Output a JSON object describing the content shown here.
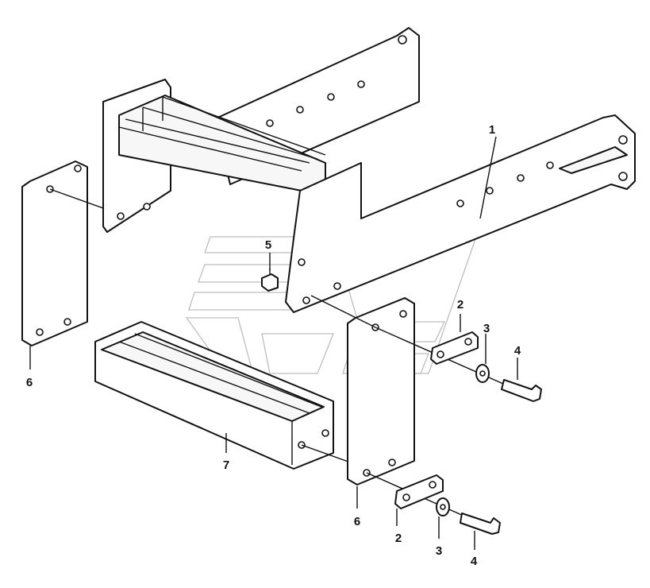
{
  "callouts": {
    "c1": "1",
    "c2a": "2",
    "c2b": "2",
    "c3a": "3",
    "c3b": "3",
    "c4a": "4",
    "c4b": "4",
    "c5": "5",
    "c6a": "6",
    "c6b": "6",
    "c7": "7"
  },
  "colors": {
    "line": "#111111",
    "watermark": "#bdbdbd",
    "background": "#ffffff"
  }
}
